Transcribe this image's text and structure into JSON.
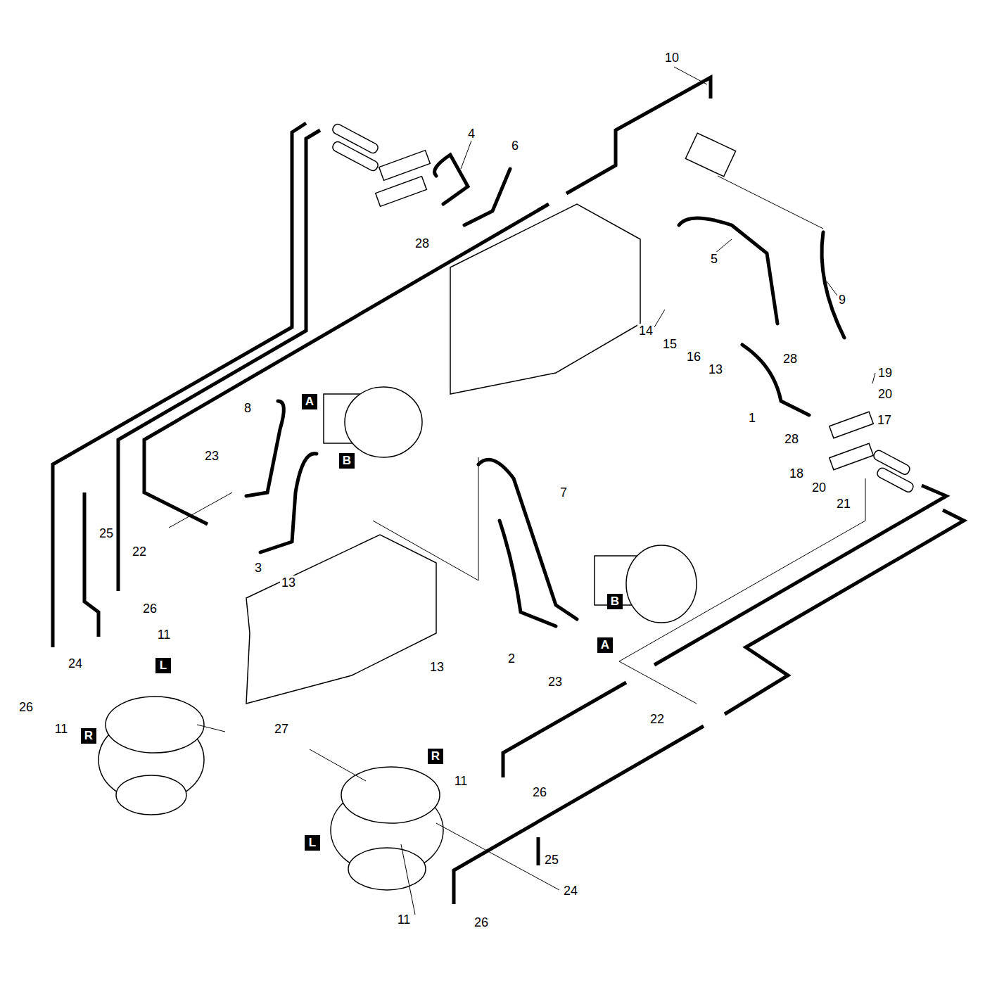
{
  "diagram": {
    "nodes": [
      {
        "text": [
          "A"
        ]
      },
      {
        "text": [
          "B"
        ]
      },
      {
        "text": [
          "B"
        ]
      },
      {
        "text": [
          "A"
        ]
      },
      {
        "text": [
          "L"
        ]
      },
      {
        "text": [
          "R"
        ]
      },
      {
        "text": [
          "R"
        ]
      },
      {
        "text": [
          "L"
        ]
      }
    ],
    "labels": [
      "10",
      "4",
      "6",
      "28",
      "5",
      "9",
      "14",
      "15",
      "16",
      "13",
      "28",
      "19",
      "20",
      "17",
      "1",
      "28",
      "18",
      "20",
      "21",
      "8",
      "23",
      "7",
      "25",
      "22",
      "3",
      "13",
      "26",
      "11",
      "24",
      "13",
      "2",
      "23",
      "22",
      "26",
      "11",
      "27",
      "11",
      "26",
      "25",
      "24",
      "11",
      "26"
    ]
  }
}
